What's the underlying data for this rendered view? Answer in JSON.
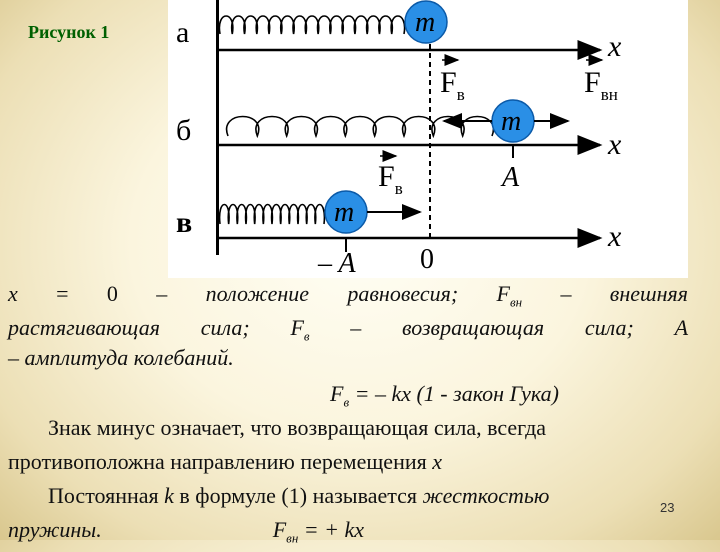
{
  "figure_label": "Рисунок 1",
  "diagram": {
    "row_labels": [
      "а",
      "б",
      "в"
    ],
    "mass_label": "m",
    "axis_label": "x",
    "force_restoring": "F",
    "force_restoring_sub": "в",
    "force_external": "F",
    "force_external_sub": "вн",
    "amp_pos": "A",
    "amp_neg": "– A",
    "zero": "0"
  },
  "text": {
    "line1_a": "x",
    "line1_b": "= 0 –",
    "line1_c": "положение равновесия; F",
    "line1_sub": "вн",
    "line1_d": "– внешняя",
    "line2_a": "растягивающая сила;",
    "line2_b": "F",
    "line2_sub": "в",
    "line2_c": "– возвращающая сила;",
    "line2_d": "А",
    "line3": "– амплитуда колебаний.",
    "line4_a": "F",
    "line4_sub": "в",
    "line4_b": "= – kx (1 - закон Гука)",
    "line5": "Знак минус означает, что возвращающая сила, всегда",
    "line6_a": "противоположна направлению перемещения",
    "line6_b": "x",
    "line7_a": "Постоянная",
    "line7_k": "k",
    "line7_b": "в формуле (1) называется",
    "line7_c": "жесткостью",
    "line8_a": "пружины.",
    "line8_b": "F",
    "line8_sub": "вн",
    "line8_c": "= + kx"
  },
  "page_number": "23"
}
